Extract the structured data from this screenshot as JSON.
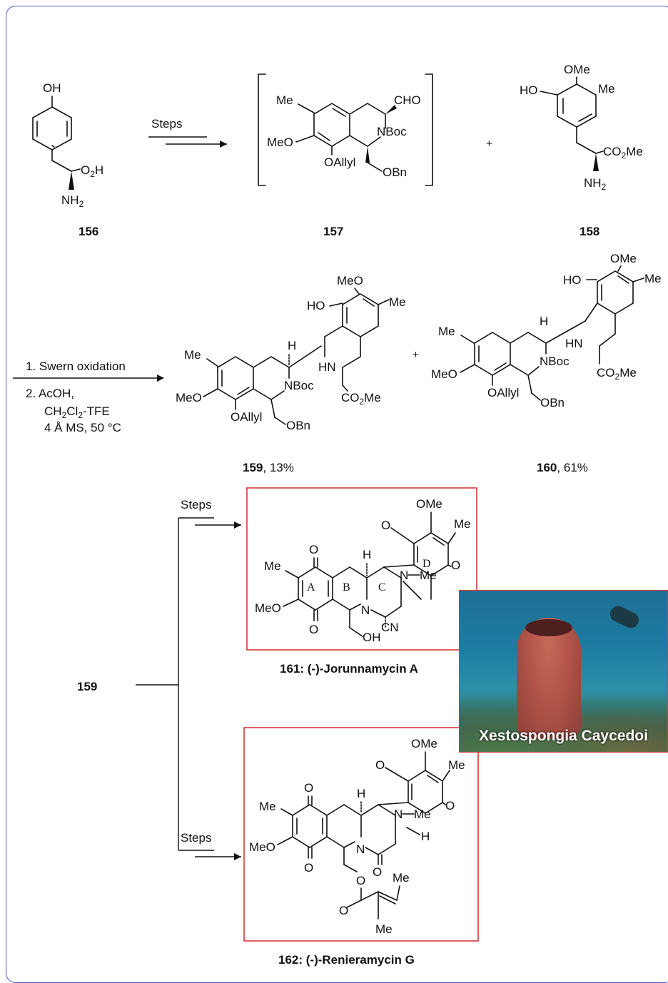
{
  "compounds": {
    "c156": "156",
    "c157": "157",
    "c158": "158",
    "c159": "159",
    "c159_yield": ", 13%",
    "c160": "160",
    "c160_yield": ", 61%",
    "c161": "161: (-)-Jorunnamycin A",
    "c162": "162: (-)-Renieramycin G",
    "start_159": "159"
  },
  "conditions": {
    "steps_1": "Steps",
    "swern": "1. Swern oxidation",
    "acoh": "2. AcOH,",
    "solvent": "CH2Cl2-TFE",
    "ms": "4 Å MS, 50 °C",
    "steps_2": "Steps",
    "steps_3": "Steps"
  },
  "photo": {
    "caption": "Xestospongia Caycedoi"
  },
  "plus": "+"
}
